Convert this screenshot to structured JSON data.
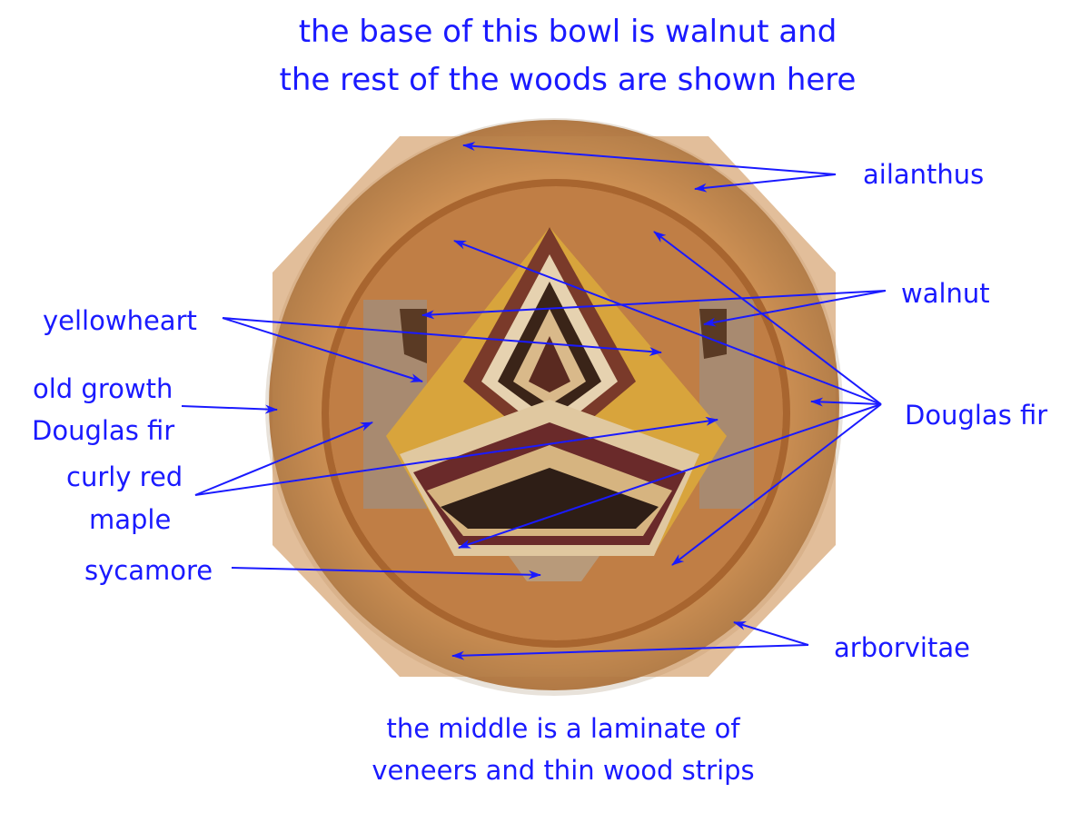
{
  "title": {
    "line1": "the base of this bowl is walnut and",
    "line2": "the rest of the woods are shown here"
  },
  "caption": {
    "line1": "the middle is a laminate of",
    "line2": "veneers and thin wood strips"
  },
  "labels": {
    "ailanthus": "ailanthus",
    "walnut": "walnut",
    "yellowheart": "yellowheart",
    "old_growth_line1": "old growth",
    "old_growth_line2": "Douglas fir",
    "douglas_fir": "Douglas fir",
    "curly_red_line1": "curly red",
    "curly_red_line2": "maple",
    "sycamore": "sycamore",
    "arborvitae": "arborvitae"
  },
  "colors": {
    "annotation": "#1a1aff",
    "outer_wood": "#c98a4f",
    "inner_wood": "#b8773f",
    "yellowheart": "#d8a43c",
    "walnut": "#5a3a24"
  }
}
